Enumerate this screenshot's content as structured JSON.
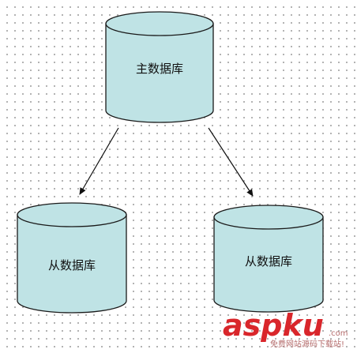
{
  "nodes": [
    {
      "id": "master",
      "label": "主数据库"
    },
    {
      "id": "slave-left",
      "label": "从数据库"
    },
    {
      "id": "slave-right",
      "label": "从数据库"
    }
  ],
  "edges": [
    {
      "from": "master",
      "to": "slave-left"
    },
    {
      "from": "master",
      "to": "slave-right"
    }
  ],
  "watermark": {
    "main": "aspku",
    "domain": ".com",
    "tagline": "免费网站源码下载站!"
  },
  "colors": {
    "cylinder_fill": "#bfe3e5",
    "outline": "#1a1a1a",
    "watermark": "#d9262b"
  }
}
